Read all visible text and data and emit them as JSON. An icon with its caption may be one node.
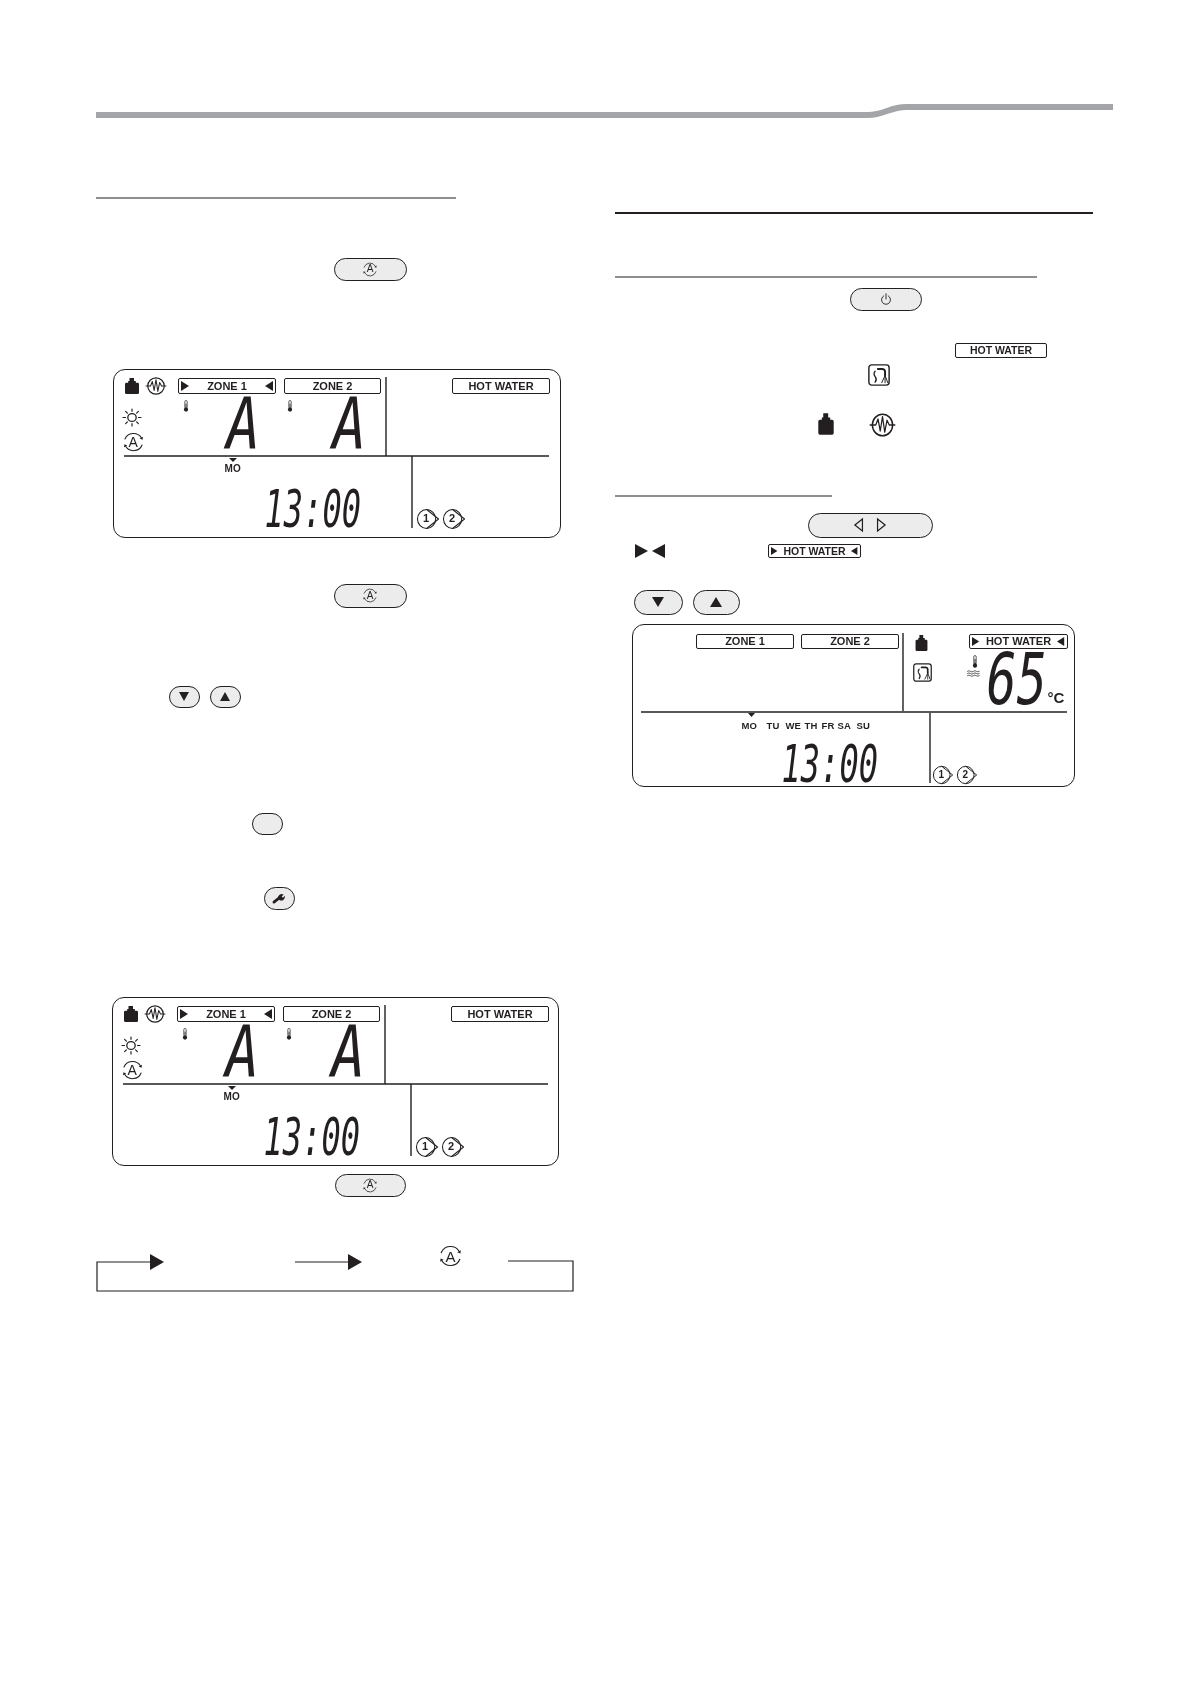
{
  "diagram": {
    "nodes": [
      {
        "text": [
          "A",
          "A",
          "A",
          "MO",
          "13:00",
          "1",
          "2"
        ]
      },
      {
        "text": [
          "ZONE 1"
        ],
        "in": 0
      },
      {
        "text": [
          "ZONE 2"
        ],
        "in": 0
      },
      {
        "text": [
          "HOT WATER"
        ],
        "in": 0
      },
      {
        "text": [
          "A",
          "A",
          "A",
          "MO",
          "13:00",
          "1",
          "2"
        ]
      },
      {
        "text": [
          "ZONE 1"
        ],
        "in": 4
      },
      {
        "text": [
          "ZONE 2"
        ],
        "in": 4
      },
      {
        "text": [
          "HOT WATER"
        ],
        "in": 4
      },
      {
        "text": [
          "HOT WATER"
        ]
      },
      {
        "text": [
          "HOT WATER"
        ]
      },
      {
        "text": [
          "65",
          "°C",
          "MO",
          "TU",
          "WE",
          "TH",
          "FR",
          "SA",
          "SU",
          "13:00",
          "1",
          "2"
        ]
      },
      {
        "text": [
          "ZONE 1"
        ],
        "in": 10
      },
      {
        "text": [
          "ZONE 2"
        ],
        "in": 10
      },
      {
        "text": [
          "HOT WATER"
        ],
        "in": 10
      }
    ],
    "labels": [
      "A",
      "A",
      "A",
      "A"
    ]
  }
}
